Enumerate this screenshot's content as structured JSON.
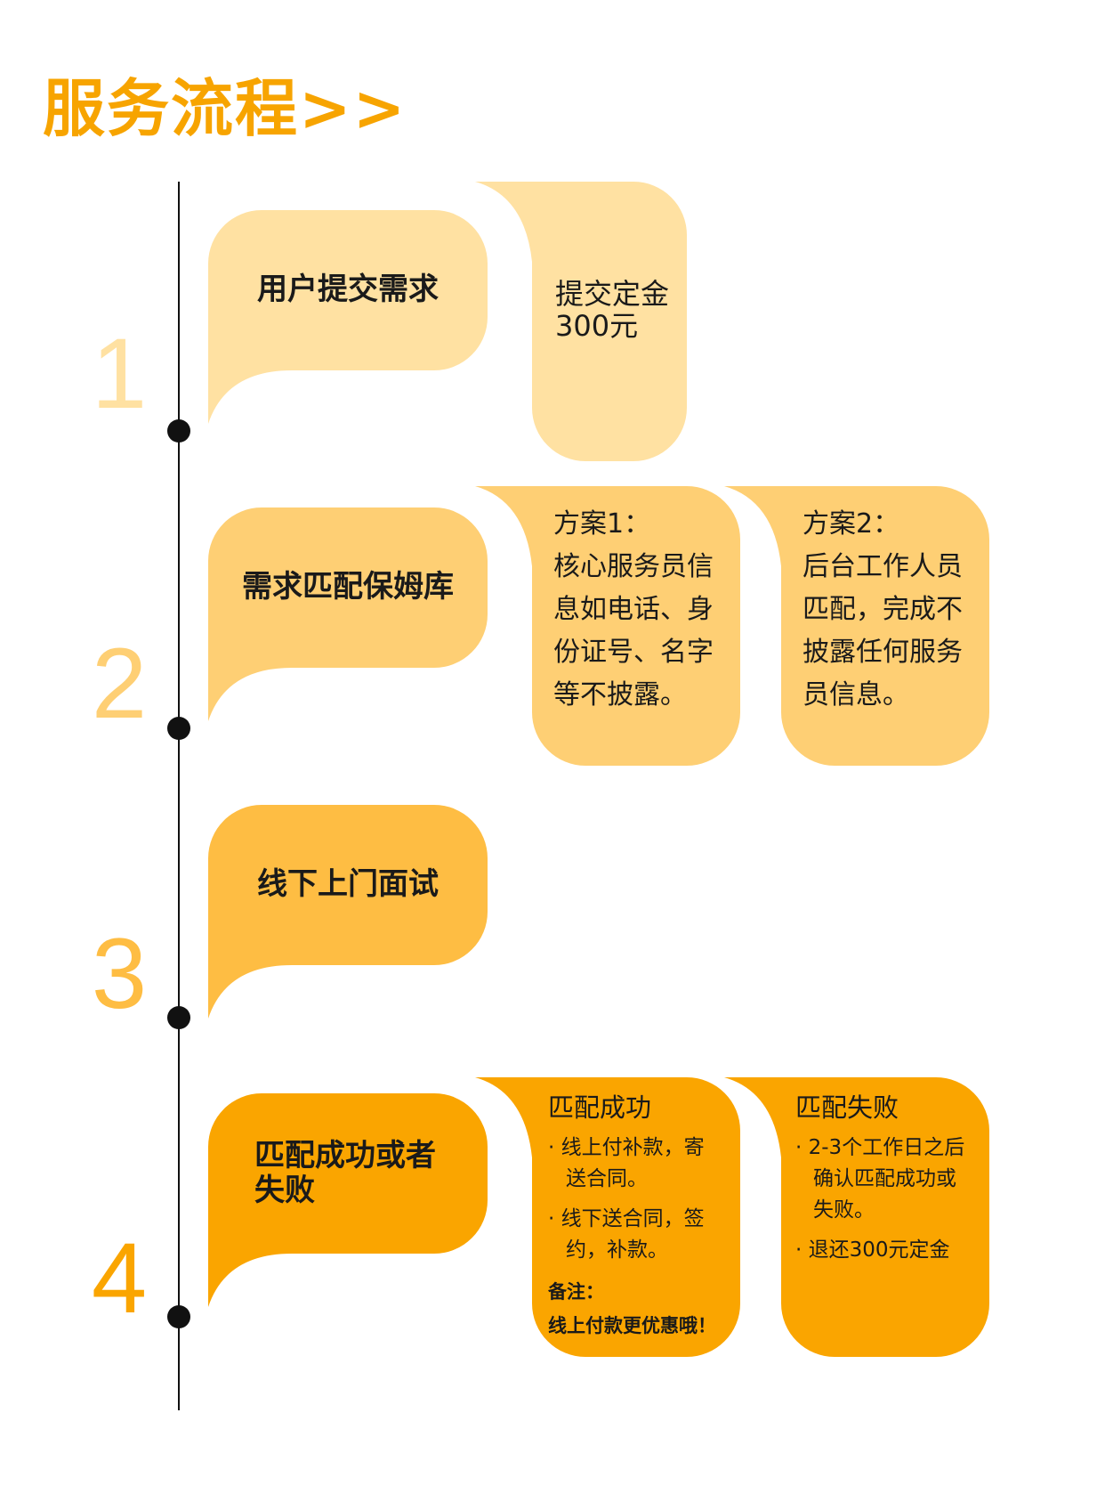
{
  "page_title": "服务流程>>",
  "colors": {
    "accent": "#F7A400",
    "step1": "#FFE1A2",
    "step2": "#FECF74",
    "step3": "#FEBD43",
    "step4": "#FAA500",
    "line": "#111111"
  },
  "steps": [
    {
      "number": "1",
      "label": "用户提交需求",
      "cards": [
        {
          "lines": [
            "提交定金",
            "300元"
          ]
        }
      ]
    },
    {
      "number": "2",
      "label": "需求匹配保姆库",
      "cards": [
        {
          "lines": [
            "方案1：",
            "核心服务员信",
            "息如电话、身",
            "份证号、名字",
            "等不披露。"
          ]
        },
        {
          "lines": [
            "方案2：",
            "后台工作人员",
            "匹配，完成不",
            "披露任何服务",
            "员信息。"
          ]
        }
      ]
    },
    {
      "number": "3",
      "label": "线下上门面试",
      "cards": []
    },
    {
      "number": "4",
      "label_lines": [
        "匹配成功或者",
        "失败"
      ],
      "cards": [
        {
          "title": "匹配成功",
          "bullets": [
            {
              "lines": [
                "线上付补款，寄",
                "送合同。"
              ]
            },
            {
              "lines": [
                "线下送合同，签",
                "约，补款。"
              ]
            }
          ],
          "note_label": "备注：",
          "note_text": "线上付款更优惠哦！"
        },
        {
          "title": "匹配失败",
          "bullets": [
            {
              "lines": [
                "2-3个工作日之后",
                "确认匹配成功或",
                "失败。"
              ]
            },
            {
              "lines": [
                "退还300元定金"
              ]
            }
          ]
        }
      ]
    }
  ]
}
